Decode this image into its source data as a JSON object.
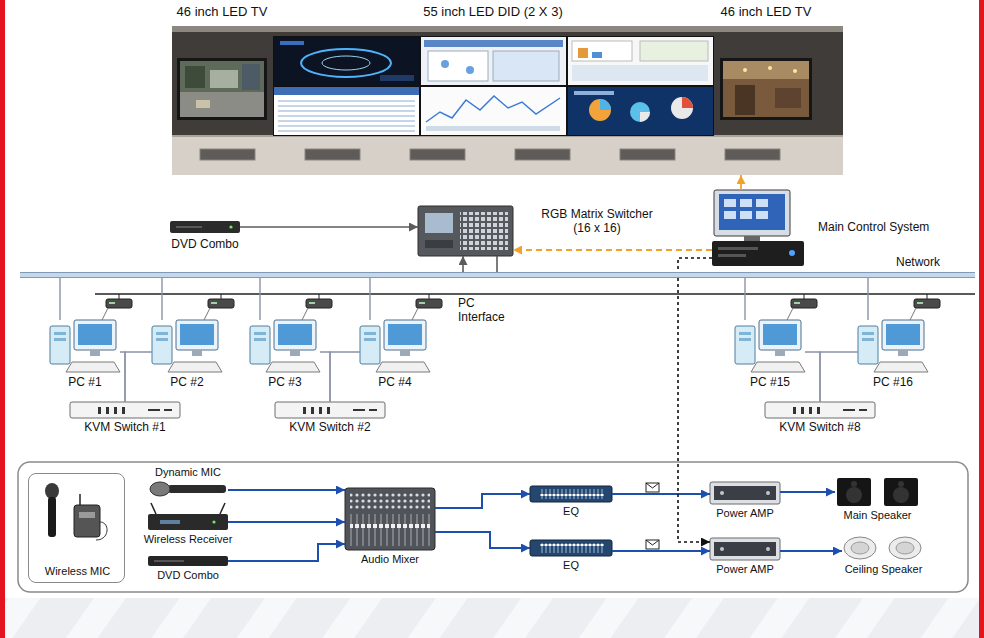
{
  "diagram": {
    "nodes": [
      {
        "text": [
          "46 inch LED TV"
        ]
      },
      {
        "text": [
          "55 inch LED DID (2 X 3)"
        ]
      },
      {
        "text": [
          "46 inch LED TV"
        ]
      },
      {
        "text": [
          "DVD Combo"
        ]
      },
      {
        "text": [
          "RGB Matrix Switcher (16 x 16)"
        ]
      },
      {
        "text": [
          "Main Control System"
        ]
      },
      {
        "text": [
          "Network"
        ]
      },
      {
        "text": [
          "PC #1"
        ]
      },
      {
        "text": [
          "PC #2"
        ]
      },
      {
        "text": [
          "PC #3"
        ]
      },
      {
        "text": [
          "PC #4"
        ]
      },
      {
        "text": [
          "PC #15"
        ]
      },
      {
        "text": [
          "PC #16"
        ]
      },
      {
        "text": [
          "KVM Switch #1"
        ]
      },
      {
        "text": [
          "KVM Switch #2"
        ]
      },
      {
        "text": [
          "KVM Switch #8"
        ]
      },
      {
        "text": [
          "Wireless MIC"
        ]
      },
      {
        "text": [
          "Dynamic MIC"
        ]
      },
      {
        "text": [
          "Wireless Receiver"
        ]
      },
      {
        "text": [
          "DVD Combo"
        ]
      },
      {
        "text": [
          "Audio Mixer"
        ]
      },
      {
        "text": [
          "EQ"
        ]
      },
      {
        "text": [
          "EQ"
        ]
      },
      {
        "text": [
          "Power AMP"
        ]
      },
      {
        "text": [
          "Power AMP"
        ]
      },
      {
        "text": [
          "Main Speaker"
        ]
      },
      {
        "text": [
          "Ceiling Speaker"
        ]
      }
    ],
    "edges": [
      {
        "from": 3,
        "to": 4,
        "arrow": "to"
      },
      {
        "from": 5,
        "to": 4,
        "arrow": "to"
      },
      {
        "from": 5,
        "to": 2,
        "arrow": "to"
      },
      {
        "from": 6,
        "to": 4,
        "arrow": "to"
      },
      {
        "from": 4,
        "to": 6,
        "arrow": "none"
      },
      {
        "from": 7,
        "to": 6,
        "arrow": "none"
      },
      {
        "from": 8,
        "to": 6,
        "arrow": "none"
      },
      {
        "from": 9,
        "to": 6,
        "arrow": "none"
      },
      {
        "from": 10,
        "to": 6,
        "arrow": "none"
      },
      {
        "from": 11,
        "to": 6,
        "arrow": "none"
      },
      {
        "from": 12,
        "to": 6,
        "arrow": "none"
      },
      {
        "from": 7,
        "to": 13,
        "arrow": "none"
      },
      {
        "from": 8,
        "to": 13,
        "arrow": "none"
      },
      {
        "from": 9,
        "to": 14,
        "arrow": "none"
      },
      {
        "from": 10,
        "to": 14,
        "arrow": "none"
      },
      {
        "from": 11,
        "to": 15,
        "arrow": "none"
      },
      {
        "from": 12,
        "to": 15,
        "arrow": "none"
      },
      {
        "from": 17,
        "to": 20,
        "arrow": "to"
      },
      {
        "from": 18,
        "to": 20,
        "arrow": "to"
      },
      {
        "from": 19,
        "to": 20,
        "arrow": "to"
      },
      {
        "from": 20,
        "to": 21,
        "arrow": "to"
      },
      {
        "from": 20,
        "to": 22,
        "arrow": "to"
      },
      {
        "from": 21,
        "to": 23,
        "arrow": "to"
      },
      {
        "from": 22,
        "to": 24,
        "arrow": "to"
      },
      {
        "from": 5,
        "to": 24,
        "arrow": "to"
      },
      {
        "from": 23,
        "to": 25,
        "arrow": "to"
      },
      {
        "from": 24,
        "to": 26,
        "arrow": "to"
      }
    ],
    "labels": [
      "PC Interface"
    ]
  }
}
